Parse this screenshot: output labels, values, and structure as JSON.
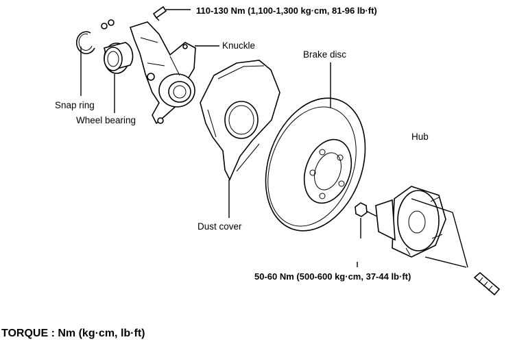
{
  "labels": {
    "torque_knuckle_bolt": "110-130 Nm (1,100-1,300 kg·cm, 81-96 lb·ft)",
    "knuckle": "Knuckle",
    "snap_ring": "Snap ring",
    "wheel_bearing": "Wheel bearing",
    "brake_disc": "Brake disc",
    "hub": "Hub",
    "dust_cover": "Dust cover",
    "torque_hub_nut": "50-60 Nm (500-600 kg·cm, 37-44 lb·ft)"
  },
  "footer": {
    "torque_units": "TORQUE : Nm (kg·cm, lb·ft)"
  }
}
